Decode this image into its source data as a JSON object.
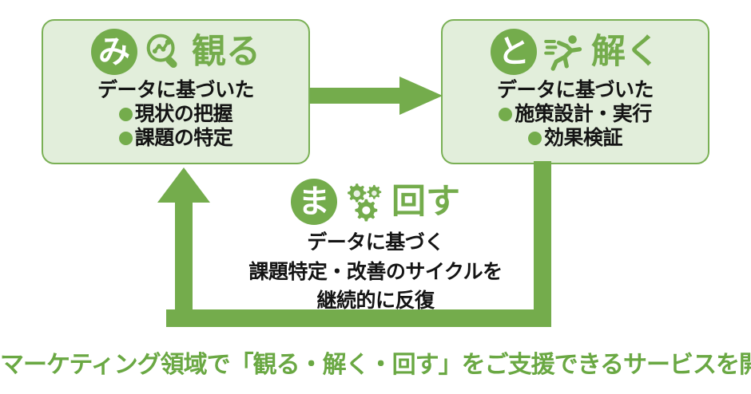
{
  "theme": {
    "accent_green": "#74ac4c",
    "card_fill": "#e2eedb",
    "card_border": "#7ab055",
    "text_dark": "#141414",
    "caption_green": "#6aa843",
    "badge_text": "#ffffff"
  },
  "steps": [
    {
      "id": "miru",
      "badge": "み",
      "icon": "magnifier-chart-icon",
      "word": "観る",
      "subtitle": "データに基づいた",
      "bullets": [
        "現状の把握",
        "課題の特定"
      ]
    },
    {
      "id": "toku",
      "badge": "と",
      "icon": "running-person-icon",
      "word": "解く",
      "subtitle": "データに基づいた",
      "bullets": [
        "施策設計・実行",
        "効果検証"
      ]
    }
  ],
  "cycle": {
    "badge": "ま",
    "icon": "gears-icon",
    "word": "回す",
    "lines": [
      "データに基づく",
      "課題特定・改善のサイクルを",
      "継続的に反復"
    ]
  },
  "connectors": {
    "forward_arrow": "arrow-right-icon",
    "loop_arrow": "loop-back-arrow-icon"
  },
  "caption": "マーケティング領域で「観る・解く・回す」をご支援できるサービスを開発"
}
